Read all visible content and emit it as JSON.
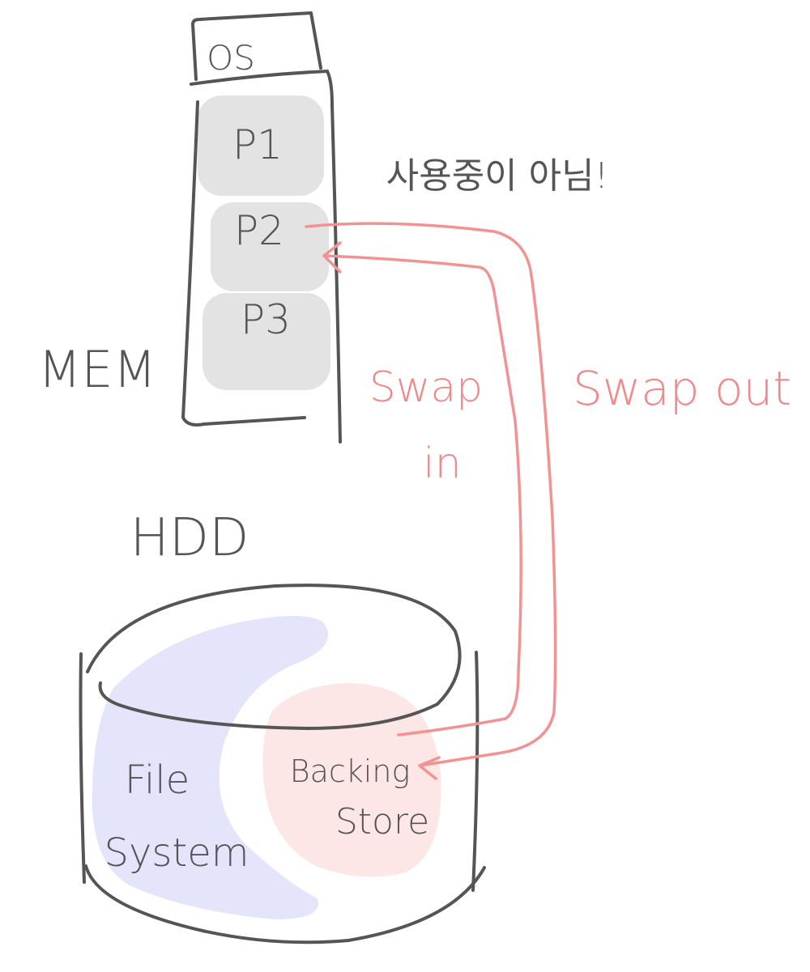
{
  "memory": {
    "label": "MEM",
    "os_label": "OS",
    "processes": [
      "P1",
      "P2",
      "P3"
    ],
    "note": "사용중이 아님!"
  },
  "disk": {
    "label": "HDD",
    "file_system_line1": "File",
    "file_system_line2": "System",
    "backing_store_line1": "Backing",
    "backing_store_line2": "Store"
  },
  "arrows": {
    "swap_in_line1": "Swap",
    "swap_in_line2": "in",
    "swap_out": "Swap out"
  },
  "colors": {
    "ink": "#555555",
    "process_fill": "#e3e3e3",
    "swap_arrow": "#f39292",
    "file_system_fill": "#e4e4fb",
    "backing_store_fill": "#fde6e6"
  }
}
